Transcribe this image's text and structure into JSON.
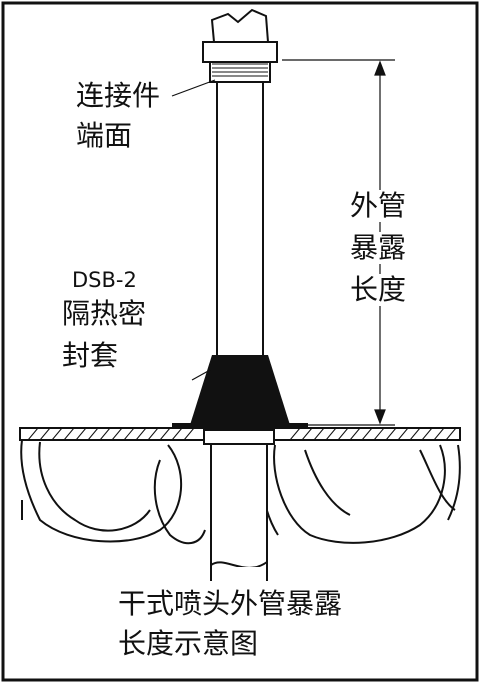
{
  "labels": {
    "connector": [
      "连接件",
      "端面"
    ],
    "exposed_length": [
      "外管",
      "暴露",
      "长度"
    ],
    "boot_model": "DSB-2",
    "boot_name": [
      "隔热密",
      "封套"
    ],
    "caption": [
      "干式喷头外管暴露",
      "长度示意图"
    ]
  },
  "colors": {
    "ink": "#111111",
    "background": "#ffffff"
  }
}
